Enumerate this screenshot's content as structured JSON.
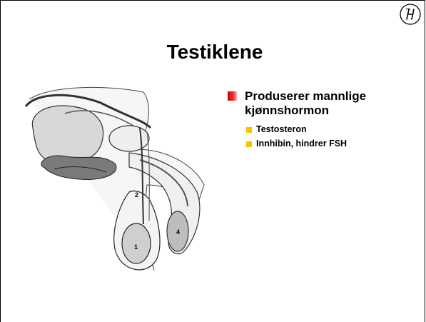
{
  "slide": {
    "title": "Testiklene",
    "logo_icon": "circled-H-logo",
    "illustration": {
      "icon": "male-reproductive-anatomy-illustration",
      "labels": [
        "1",
        "2",
        "4"
      ]
    },
    "bullets": [
      {
        "text": "Produserer mannlige kjønnshormon",
        "marker_color": "#e02020",
        "sub": [
          {
            "text": "Testosteron"
          },
          {
            "text": "Innhibin, hindrer FSH"
          }
        ],
        "sub_marker_color": "#f5c400"
      }
    ]
  }
}
